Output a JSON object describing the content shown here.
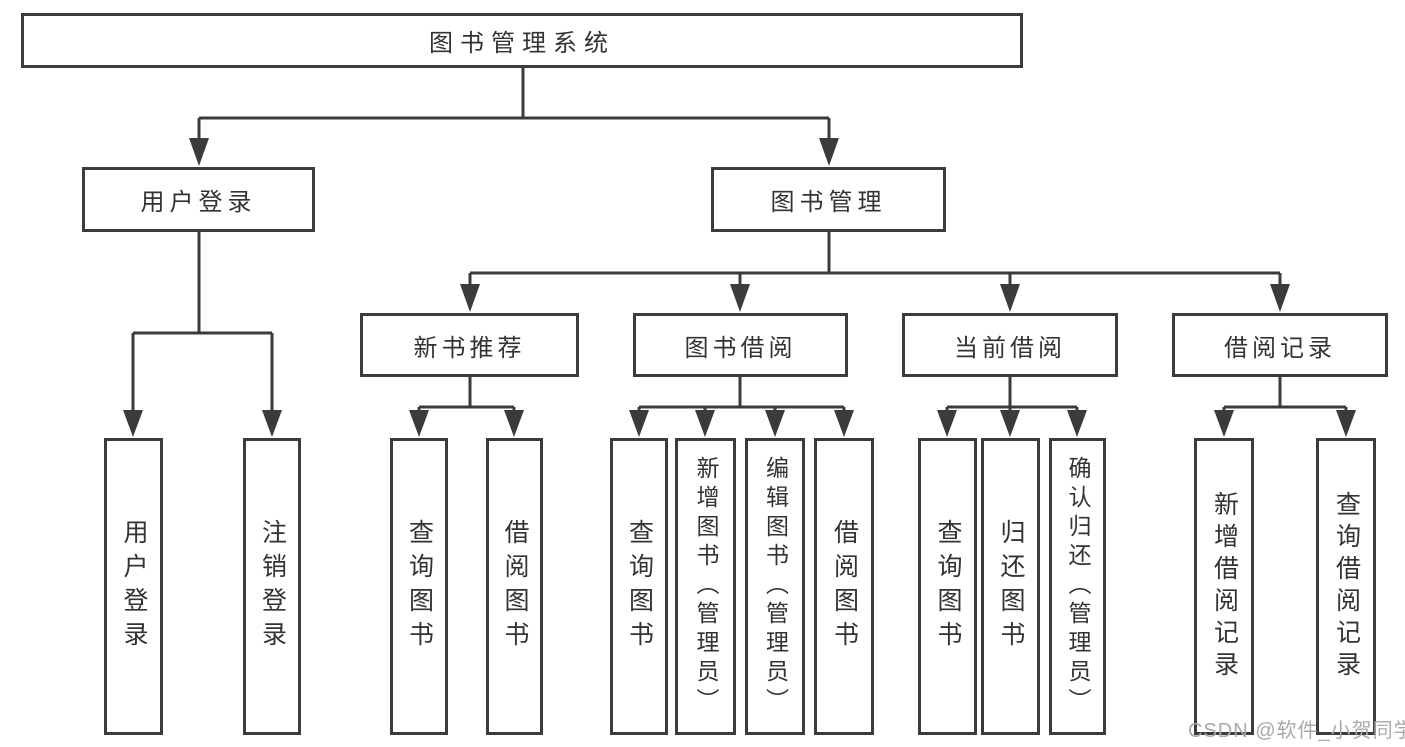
{
  "diagram": {
    "title": "图书管理系统",
    "colors": {
      "line": "#3b3b3b",
      "text": "#333333",
      "background": "#ffffff",
      "watermark_gray": "#a9a9a9"
    },
    "nodes": {
      "root": {
        "label": "图书管理系统"
      },
      "user_login_group": {
        "label": "用户登录"
      },
      "book_management": {
        "label": "图书管理"
      },
      "new_book_recommend": {
        "label": "新书推荐"
      },
      "book_borrowing": {
        "label": "图书借阅"
      },
      "current_borrowing": {
        "label": "当前借阅"
      },
      "borrowing_records": {
        "label": "借阅记录"
      },
      "leaf_user_login": {
        "label": "用户登录"
      },
      "leaf_logout": {
        "label": "注销登录"
      },
      "leaf_query_book_1": {
        "label": "查询图书"
      },
      "leaf_borrow_book_1": {
        "label": "借阅图书"
      },
      "leaf_query_book_2": {
        "label": "查询图书"
      },
      "leaf_add_book_admin": {
        "label": "新增图书（管理员）"
      },
      "leaf_edit_book_admin": {
        "label": "编辑图书（管理员）"
      },
      "leaf_borrow_book_2": {
        "label": "借阅图书"
      },
      "leaf_query_book_3": {
        "label": "查询图书"
      },
      "leaf_return_book": {
        "label": "归还图书"
      },
      "leaf_confirm_return_admin": {
        "label": "确认归还（管理员）"
      },
      "leaf_add_borrow_record": {
        "label": "新增借阅记录"
      },
      "leaf_query_borrow_record": {
        "label": "查询借阅记录"
      }
    },
    "watermark": "CSDN @软件_小贺同学"
  }
}
